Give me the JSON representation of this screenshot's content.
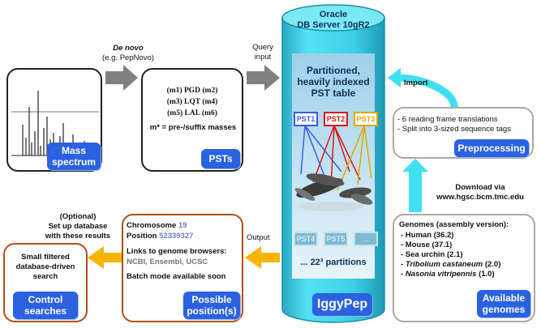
{
  "oracle": {
    "title": "Oracle",
    "subtitle": "DB Server 10gR2",
    "table_title_1": "Partitioned,",
    "table_title_2": "heavily indexed",
    "table_title_3": "PST table",
    "partitions": "... 22³ partitions",
    "name": "IggyPep"
  },
  "pst_labels": [
    "PST1",
    "PST2",
    "PST3"
  ],
  "pst_labels_2": [
    "PST4",
    "PST5",
    "..."
  ],
  "colors": {
    "tag": "#2a62e0",
    "arrow": "#808080",
    "orange_arrow": "#f4b400",
    "cyan_arrow": "#3fe0f0",
    "cylinder": "#44d3e8",
    "pst1": "#3a5ee0",
    "pst2": "#d81818",
    "pst3": "#e0a800",
    "box_orange": "#b0501a"
  },
  "mass": {
    "label_1": "Mass",
    "label_2": "spectrum"
  },
  "denovo": {
    "line1": "De novo",
    "line2": "(e.g. PepNovo)"
  },
  "query": {
    "line1": "Query",
    "line2": "input"
  },
  "psts": {
    "row1": "(m1) PGD (m2)",
    "row2": "(m3) LQT (m4)",
    "row3": "(m5) LAL (m6)",
    "note": "m* = pre-/suffix masses",
    "label": "PSTs"
  },
  "import_label": "Import",
  "preprocessing": {
    "line1": "- 6 reading frame translations",
    "line2": "- Split into 3-sized sequence tags",
    "label": "Preprocessing"
  },
  "download": {
    "line1": "Download via",
    "line2": "www.hgsc.bcm.tmc.edu"
  },
  "genomes": {
    "title": "Genomes (assembly version):",
    "items": [
      "- Human (36.2)",
      "- Mouse (37.1)",
      "- Sea urchin (2.1)"
    ],
    "item4_name": "Tribolium castaneum",
    "item4_ver": " (2.0)",
    "item5_name": "Nasonia vitripennis",
    "item5_ver": " (1.0)",
    "label_1": "Available",
    "label_2": "genomes"
  },
  "output_label": "Output",
  "positions": {
    "chrom_label": "Chromosome",
    "chrom_value": "19",
    "pos_label": "Position",
    "pos_value": "52339327",
    "links_title": "Links to genome browsers:",
    "links": "NCBI, Ensembl, UCSC",
    "batch": "Batch mode available soon",
    "label_1": "Possible",
    "label_2": "position(s)"
  },
  "optional": {
    "line1": "(Optional)",
    "line2": "Set up database",
    "line3": "with these results"
  },
  "control": {
    "line1": "Small filtered",
    "line2": "database-driven",
    "line3": "search",
    "label_1": "Control",
    "label_2": "searches"
  }
}
